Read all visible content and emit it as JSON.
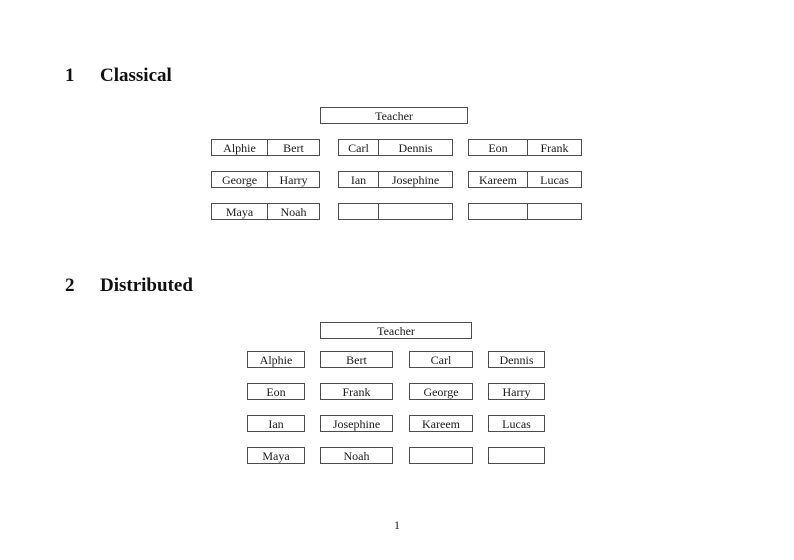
{
  "document": {
    "footer": {
      "page_number": "1"
    },
    "sections": [
      {
        "number": "1",
        "title": "Classical",
        "teacher_label": "Teacher",
        "desks": [
          [
            {
              "left": "Alphie",
              "right": "Bert"
            },
            {
              "left": "Carl",
              "right": "Dennis"
            },
            {
              "left": "Eon",
              "right": "Frank"
            }
          ],
          [
            {
              "left": "George",
              "right": "Harry"
            },
            {
              "left": "Ian",
              "right": "Josephine"
            },
            {
              "left": "Kareem",
              "right": "Lucas"
            }
          ],
          [
            {
              "left": "Maya",
              "right": "Noah"
            },
            {
              "left": "",
              "right": ""
            },
            {
              "left": "",
              "right": ""
            }
          ]
        ]
      },
      {
        "number": "2",
        "title": "Distributed",
        "teacher_label": "Teacher",
        "seats": [
          [
            "Alphie",
            "Bert",
            "Carl",
            "Dennis"
          ],
          [
            "Eon",
            "Frank",
            "George",
            "Harry"
          ],
          [
            "Ian",
            "Josephine",
            "Kareem",
            "Lucas"
          ],
          [
            "Maya",
            "Noah",
            "",
            ""
          ]
        ]
      }
    ]
  }
}
